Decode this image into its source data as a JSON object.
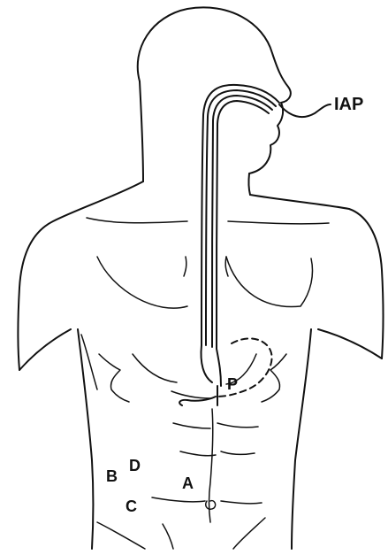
{
  "labels": {
    "iap": "IAP",
    "p": "P",
    "a": "A",
    "b": "B",
    "c": "C",
    "d": "D"
  },
  "colors": {
    "ink": "#111111",
    "background": "#ffffff"
  }
}
